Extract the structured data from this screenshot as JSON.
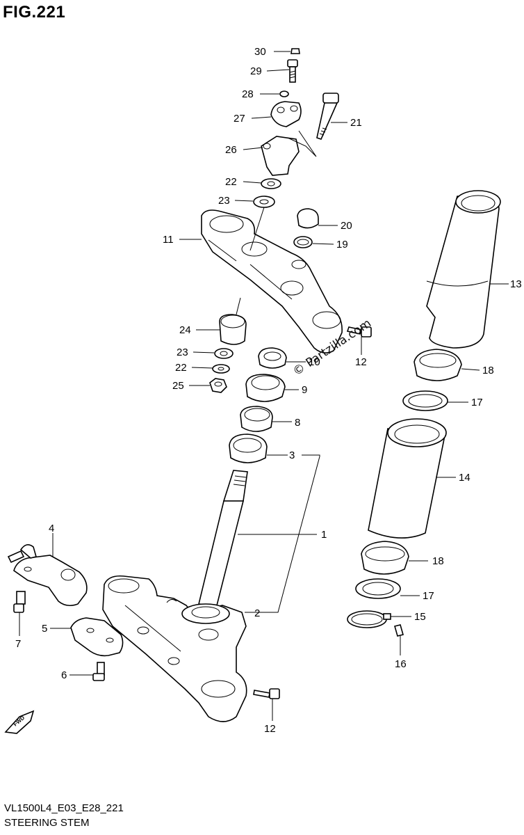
{
  "figure": {
    "title": "FIG.221",
    "footer_code": "VL1500L4_E03_E28_221",
    "footer_name": "STEERING STEM",
    "watermark": "© Partzilla.com",
    "fwd_label": "FWD"
  },
  "callouts": [
    {
      "id": "c30",
      "text": "30"
    },
    {
      "id": "c29",
      "text": "29"
    },
    {
      "id": "c28",
      "text": "28"
    },
    {
      "id": "c27",
      "text": "27"
    },
    {
      "id": "c21",
      "text": "21"
    },
    {
      "id": "c26",
      "text": "26"
    },
    {
      "id": "c22a",
      "text": "22"
    },
    {
      "id": "c23a",
      "text": "23"
    },
    {
      "id": "c20",
      "text": "20"
    },
    {
      "id": "c11",
      "text": "11"
    },
    {
      "id": "c19",
      "text": "19"
    },
    {
      "id": "c13",
      "text": "13"
    },
    {
      "id": "c24",
      "text": "24"
    },
    {
      "id": "c12a",
      "text": "12"
    },
    {
      "id": "c23b",
      "text": "23"
    },
    {
      "id": "c10",
      "text": "10"
    },
    {
      "id": "c22b",
      "text": "22"
    },
    {
      "id": "c18a",
      "text": "18"
    },
    {
      "id": "c25",
      "text": "25"
    },
    {
      "id": "c9",
      "text": "9"
    },
    {
      "id": "c17a",
      "text": "17"
    },
    {
      "id": "c8",
      "text": "8"
    },
    {
      "id": "c3",
      "text": "3"
    },
    {
      "id": "c14",
      "text": "14"
    },
    {
      "id": "c1",
      "text": "1"
    },
    {
      "id": "c4",
      "text": "4"
    },
    {
      "id": "c18b",
      "text": "18"
    },
    {
      "id": "c17b",
      "text": "17"
    },
    {
      "id": "c2",
      "text": "2"
    },
    {
      "id": "c15",
      "text": "15"
    },
    {
      "id": "c5",
      "text": "5"
    },
    {
      "id": "c7",
      "text": "7"
    },
    {
      "id": "c16",
      "text": "16"
    },
    {
      "id": "c6",
      "text": "6"
    },
    {
      "id": "c12b",
      "text": "12"
    }
  ]
}
